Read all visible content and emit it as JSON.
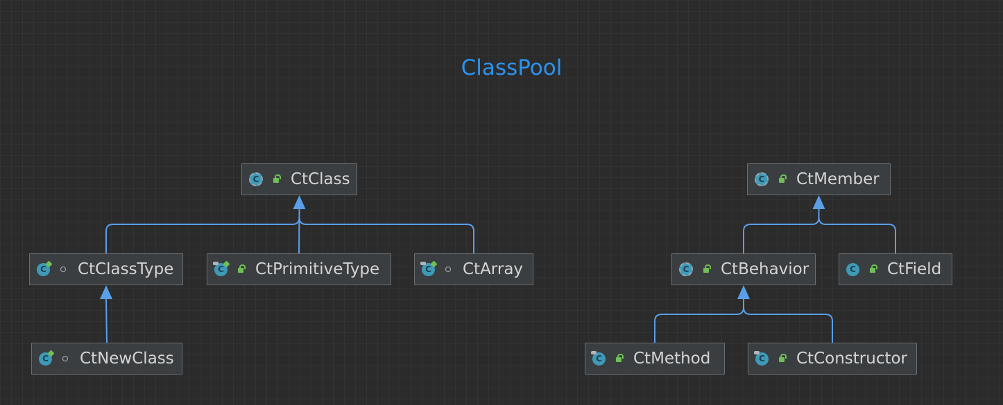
{
  "diagram": {
    "title": "ClassPool",
    "nodes": [
      {
        "id": "ctclass",
        "label": "CtClass",
        "icon": "class-icon",
        "visibility": "public"
      },
      {
        "id": "ctclasstype",
        "label": "CtClassType",
        "icon": "class-icon",
        "visibility": "package"
      },
      {
        "id": "ctprimitivetype",
        "label": "CtPrimitiveType",
        "icon": "class-icon",
        "visibility": "public"
      },
      {
        "id": "ctarray",
        "label": "CtArray",
        "icon": "class-icon",
        "visibility": "package"
      },
      {
        "id": "ctnewclass",
        "label": "CtNewClass",
        "icon": "class-icon",
        "visibility": "package"
      },
      {
        "id": "ctmember",
        "label": "CtMember",
        "icon": "class-icon",
        "visibility": "public"
      },
      {
        "id": "ctbehavior",
        "label": "CtBehavior",
        "icon": "class-icon",
        "visibility": "public"
      },
      {
        "id": "ctfield",
        "label": "CtField",
        "icon": "class-icon",
        "visibility": "public"
      },
      {
        "id": "ctmethod",
        "label": "CtMethod",
        "icon": "class-icon",
        "visibility": "public"
      },
      {
        "id": "ctconstructor",
        "label": "CtConstructor",
        "icon": "class-icon",
        "visibility": "public"
      }
    ],
    "edges": [
      {
        "from": "ctclasstype",
        "to": "ctclass"
      },
      {
        "from": "ctprimitivetype",
        "to": "ctclass"
      },
      {
        "from": "ctarray",
        "to": "ctclass"
      },
      {
        "from": "ctnewclass",
        "to": "ctclasstype"
      },
      {
        "from": "ctbehavior",
        "to": "ctmember"
      },
      {
        "from": "ctfield",
        "to": "ctmember"
      },
      {
        "from": "ctmethod",
        "to": "ctbehavior"
      },
      {
        "from": "ctconstructor",
        "to": "ctbehavior"
      }
    ],
    "colors": {
      "background": "#2b2b2b",
      "title": "#2b93f0",
      "edge": "#5a9ee8",
      "node_fill": "#3b3e40",
      "node_border": "#6b6e70",
      "text": "#d4d4d4",
      "class_icon": "#3f9ab8",
      "public_lock": "#6fbf56"
    }
  }
}
